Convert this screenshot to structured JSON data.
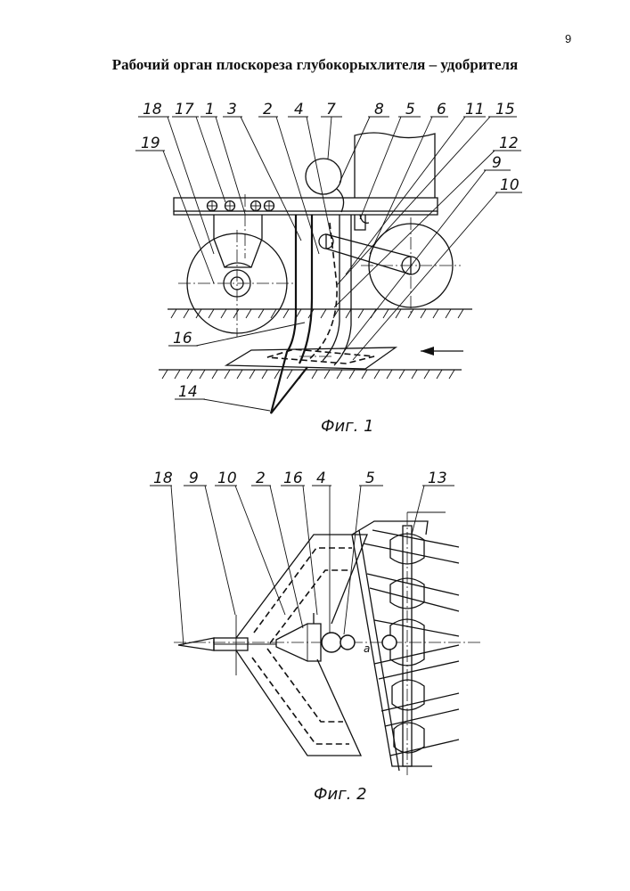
{
  "page_number": "9",
  "title": "Рабочий орган плоскореза глубокорыхлителя – удобрителя",
  "figure1": {
    "caption": "Фиг. 1",
    "labels": [
      "18",
      "17",
      "1",
      "3",
      "2",
      "4",
      "7",
      "8",
      "5",
      "6",
      "11",
      "15",
      "19",
      "12",
      "9",
      "10",
      "16",
      "14"
    ]
  },
  "figure2": {
    "caption": "Фиг. 2",
    "labels": [
      "18",
      "9",
      "10",
      "2",
      "16",
      "4",
      "5",
      "13"
    ],
    "axis_mark": "a"
  }
}
